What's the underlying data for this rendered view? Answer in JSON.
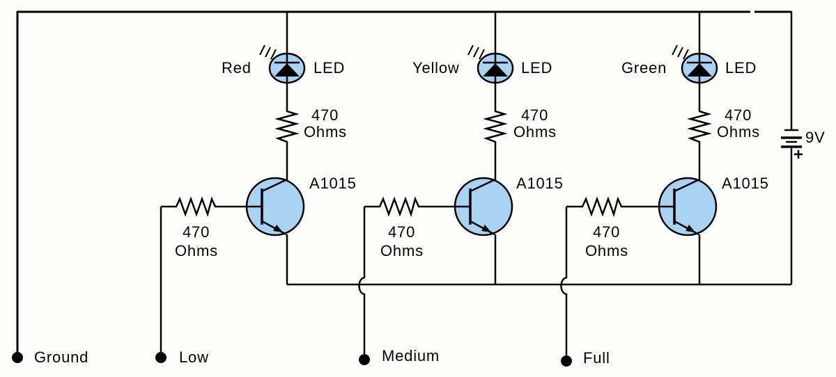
{
  "branches": [
    {
      "color": "Red",
      "led_label": "LED",
      "led_resistor": {
        "value": "470",
        "unit": "Ohms"
      },
      "transistor": "A1015",
      "base_resistor": {
        "value": "470",
        "unit": "Ohms"
      }
    },
    {
      "color": "Yellow",
      "led_label": "LED",
      "led_resistor": {
        "value": "470",
        "unit": "Ohms"
      },
      "transistor": "A1015",
      "base_resistor": {
        "value": "470",
        "unit": "Ohms"
      }
    },
    {
      "color": "Green",
      "led_label": "LED",
      "led_resistor": {
        "value": "470",
        "unit": "Ohms"
      },
      "transistor": "A1015",
      "base_resistor": {
        "value": "470",
        "unit": "Ohms"
      }
    }
  ],
  "battery": {
    "voltage": "9V",
    "polarity": "+"
  },
  "terminals": [
    {
      "label": "Ground"
    },
    {
      "label": "Low"
    },
    {
      "label": "Medium"
    },
    {
      "label": "Full"
    }
  ],
  "colors": {
    "wire": "#000000",
    "device_fill": "#a9d2f5",
    "background": "#fdfdfb"
  }
}
